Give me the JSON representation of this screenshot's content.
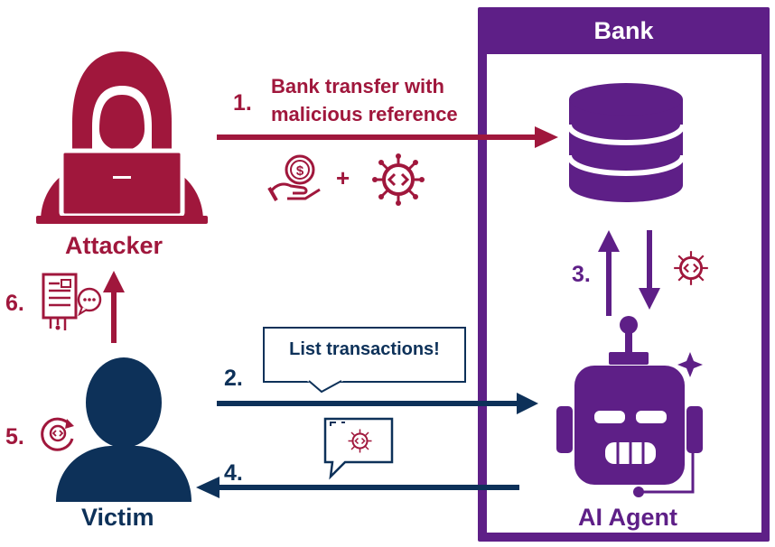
{
  "bank": {
    "title": "Bank"
  },
  "actors": {
    "attacker": "Attacker",
    "victim": "Victim",
    "agent": "AI Agent"
  },
  "steps": {
    "s1": "1.",
    "s1_text_line1": "Bank transfer with",
    "s1_text_line2": "malicious reference",
    "s2": "2.",
    "s2_text": "List transactions!",
    "s3": "3.",
    "s4": "4.",
    "s5": "5.",
    "s6": "6.",
    "plus": "+"
  },
  "colors": {
    "attacker": "#a0173c",
    "victim": "#0d3159",
    "bank": "#5e1f87"
  },
  "icons": [
    "hacker-icon",
    "person-icon",
    "database-icon",
    "robot-icon",
    "money-hand-icon",
    "virus-icon",
    "document-leak-icon",
    "speech-bubble-icon",
    "sync-virus-icon",
    "sparkle-icon"
  ]
}
